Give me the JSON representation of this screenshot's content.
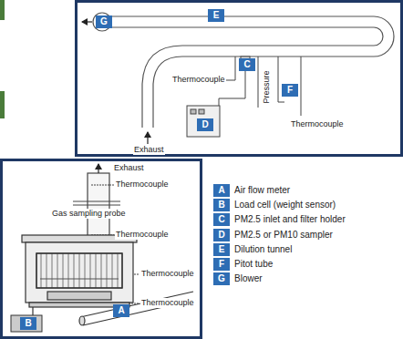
{
  "diagram": {
    "nodes": [
      {
        "text": [
          "Thermocouple",
          "Pressure",
          "Thermocouple",
          "Exhaust"
        ]
      },
      {
        "text": [
          "E"
        ],
        "in": 0
      },
      {
        "text": [
          "G"
        ],
        "in": 0
      },
      {
        "text": [
          "C"
        ],
        "in": 0
      },
      {
        "text": [
          "F"
        ],
        "in": 0
      },
      {
        "text": [
          "D"
        ],
        "in": 0
      },
      {
        "text": [
          "Exhaust",
          "Thermocouple",
          "Gas sampling probe",
          "Thermocouple",
          "Thermocouple",
          "Thermocouple"
        ]
      },
      {
        "text": [
          "B"
        ],
        "in": 6
      },
      {
        "text": [
          "A"
        ],
        "in": 6
      },
      {
        "text": [
          "A",
          "Air flow meter"
        ]
      },
      {
        "text": [
          "B",
          "Load cell (weight sensor)"
        ]
      },
      {
        "text": [
          "C",
          "PM2.5 inlet and filter holder"
        ]
      },
      {
        "text": [
          "D",
          "PM2.5 or PM10 sampler"
        ]
      },
      {
        "text": [
          "E",
          "Dilution tunnel"
        ]
      },
      {
        "text": [
          "F",
          "Pitot tube"
        ]
      },
      {
        "text": [
          "G",
          "Blower"
        ]
      }
    ]
  }
}
